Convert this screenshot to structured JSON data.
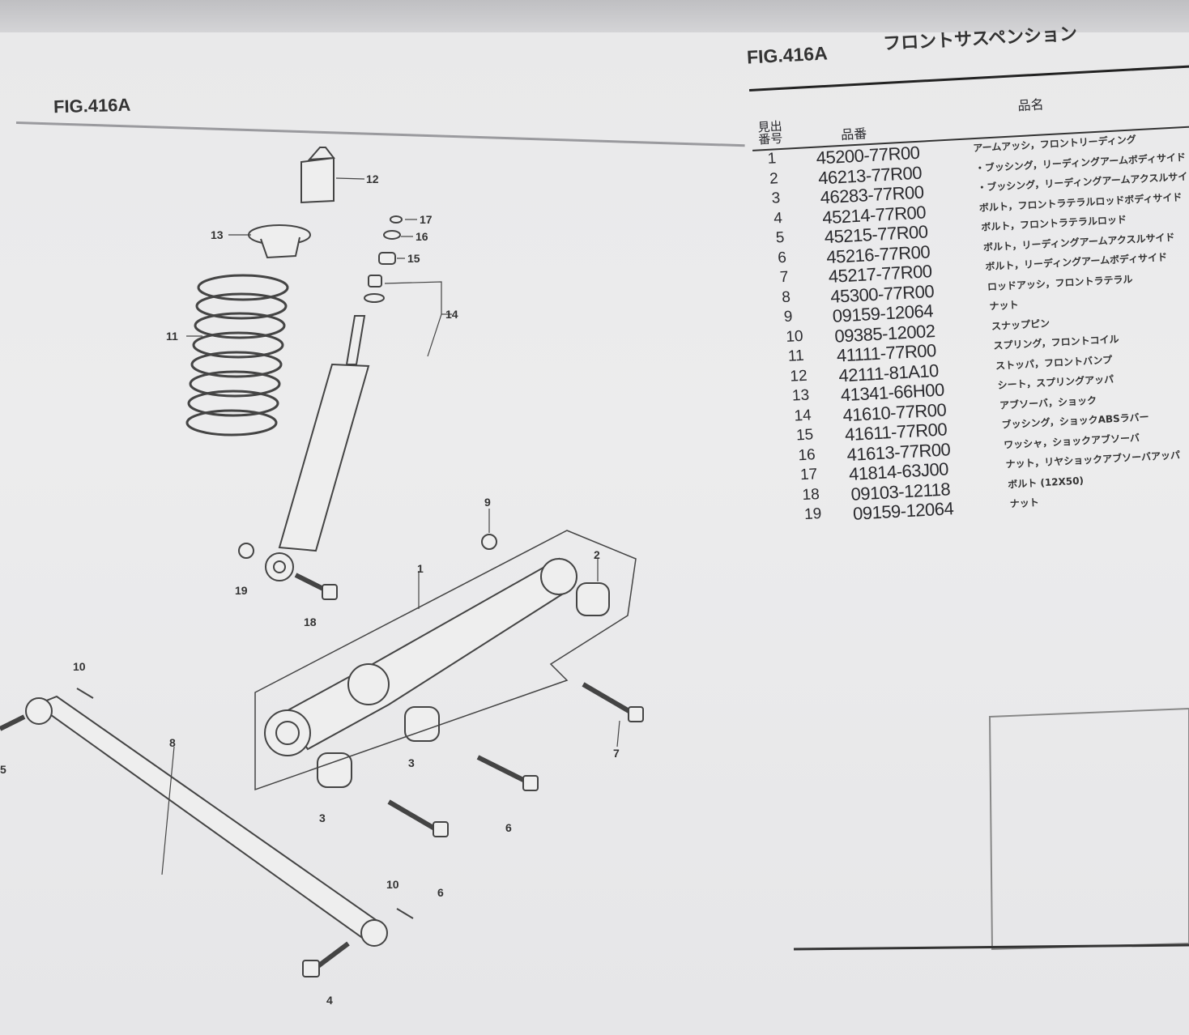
{
  "left_page": {
    "figure": "FIG.416A"
  },
  "right_page": {
    "figure": "FIG.416A",
    "title": "フロントサスペンション"
  },
  "table": {
    "headers": {
      "ref_no": "見出番号",
      "part_no": "品番",
      "name": "品名"
    },
    "rows": [
      {
        "no": "1",
        "part": "45200-77R00",
        "name": "アームアッシ，フロントリーディング"
      },
      {
        "no": "2",
        "part": "46213-77R00",
        "name": "・ブッシング，リーディングアームボディサイド"
      },
      {
        "no": "3",
        "part": "46283-77R00",
        "name": "・ブッシング，リーディングアームアクスルサイド"
      },
      {
        "no": "4",
        "part": "45214-77R00",
        "name": "ボルト，フロントラテラルロッドボディサイド"
      },
      {
        "no": "5",
        "part": "45215-77R00",
        "name": "ボルト，フロントラテラルロッド"
      },
      {
        "no": "6",
        "part": "45216-77R00",
        "name": "ボルト，リーディングアームアクスルサイド"
      },
      {
        "no": "7",
        "part": "45217-77R00",
        "name": "ボルト，リーディングアームボディサイド"
      },
      {
        "no": "8",
        "part": "45300-77R00",
        "name": "ロッドアッシ，フロントラテラル"
      },
      {
        "no": "9",
        "part": "09159-12064",
        "name": "ナット"
      },
      {
        "no": "10",
        "part": "09385-12002",
        "name": "スナップピン"
      },
      {
        "no": "11",
        "part": "41111-77R00",
        "name": "スプリング，フロントコイル"
      },
      {
        "no": "12",
        "part": "42111-81A10",
        "name": "ストッパ，フロントバンプ"
      },
      {
        "no": "13",
        "part": "41341-66H00",
        "name": "シート，スプリングアッパ"
      },
      {
        "no": "14",
        "part": "41610-77R00",
        "name": "アブソーバ，ショック"
      },
      {
        "no": "15",
        "part": "41611-77R00",
        "name": "ブッシング，ショックABSラバー"
      },
      {
        "no": "16",
        "part": "41613-77R00",
        "name": "ワッシャ，ショックアブソーバ"
      },
      {
        "no": "17",
        "part": "41814-63J00",
        "name": "ナット，リヤショックアブソーバアッパ"
      },
      {
        "no": "18",
        "part": "09103-12118",
        "name": "ボルト (12X50)"
      },
      {
        "no": "19",
        "part": "09159-12064",
        "name": "ナット"
      }
    ]
  },
  "callouts": [
    "1",
    "2",
    "3",
    "3",
    "4",
    "5",
    "6",
    "6",
    "7",
    "8",
    "9",
    "10",
    "10",
    "11",
    "12",
    "13",
    "14",
    "15",
    "16",
    "17",
    "18",
    "19"
  ]
}
